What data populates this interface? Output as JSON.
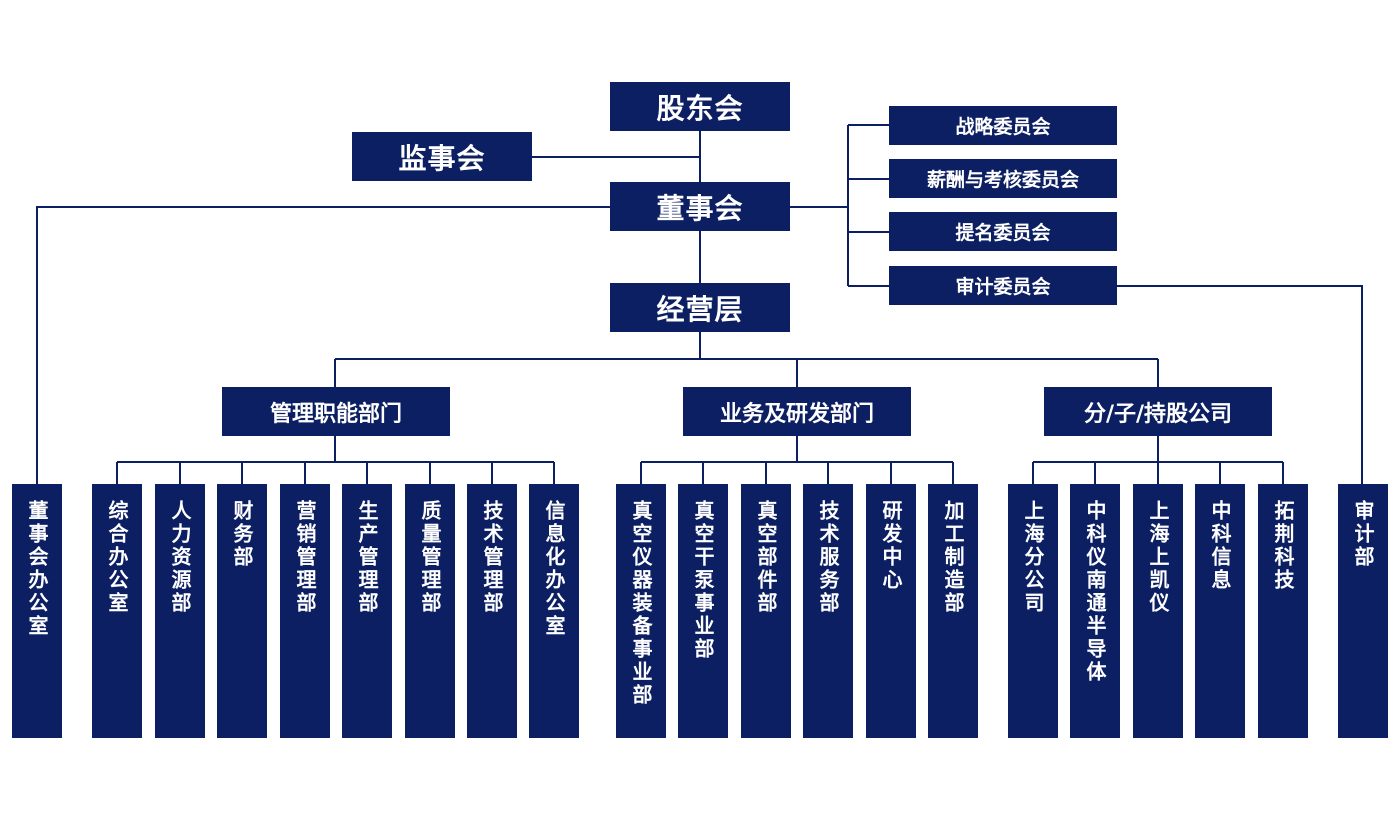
{
  "colors": {
    "box": "#0c1f62",
    "line": "#0c1f62",
    "text": "#ffffff",
    "background": "#ffffff"
  },
  "top": {
    "shareholders": "股东会",
    "supervisors": "监事会",
    "board": "董事会",
    "management": "经营层"
  },
  "committees": [
    "战略委员会",
    "薪酬与考核委员会",
    "提名委员会",
    "审计委员会"
  ],
  "categories": {
    "functional": "管理职能部门",
    "business": "业务及研发部门",
    "subsidiaries": "分/子/持股公司"
  },
  "units": {
    "board_office": "董事会办公室",
    "functional": [
      "综合办公室",
      "人力资源部",
      "财务部",
      "营销管理部",
      "生产管理部",
      "质量管理部",
      "技术管理部",
      "信息化办公室"
    ],
    "business": [
      "真空仪器装备事业部",
      "真空干泵事业部",
      "真空部件部",
      "技术服务部",
      "研发中心",
      "加工制造部"
    ],
    "subsidiaries": [
      "上海分公司",
      "中科仪南通半导体",
      "上海上凯仪",
      "中科信息",
      "拓荆科技"
    ],
    "audit": "审计部"
  }
}
